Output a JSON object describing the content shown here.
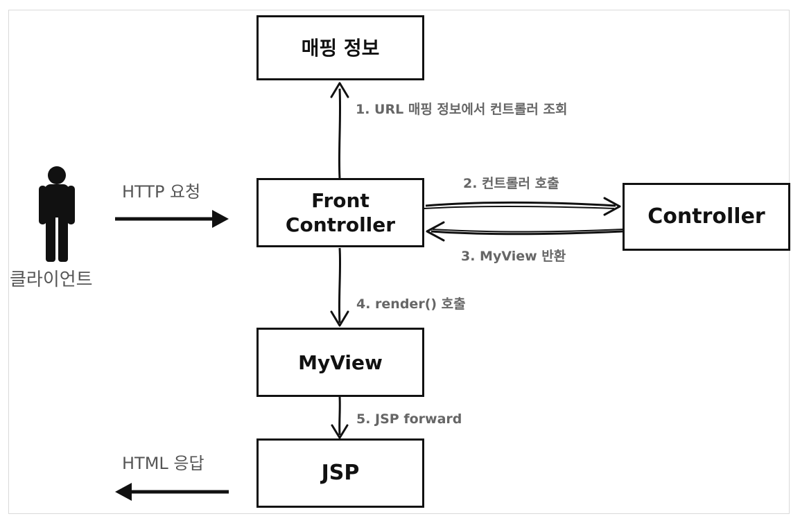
{
  "client": {
    "label": "클라이언트"
  },
  "request": {
    "label": "HTTP 요청"
  },
  "response": {
    "label": "HTML 응답"
  },
  "boxes": {
    "mapping": "매핑 정보",
    "front_controller": [
      "Front",
      "Controller"
    ],
    "controller": "Controller",
    "myview": "MyView",
    "jsp": "JSP"
  },
  "steps": {
    "s1": "1. URL 매핑 정보에서 컨트롤러 조회",
    "s2": "2. 컨트롤러 호출",
    "s3": "3. MyView 반환",
    "s4": "4. render() 호출",
    "s5": "5. JSP forward"
  },
  "colors": {
    "line": "#111111",
    "step_text": "#666666",
    "io_text": "#555555"
  }
}
